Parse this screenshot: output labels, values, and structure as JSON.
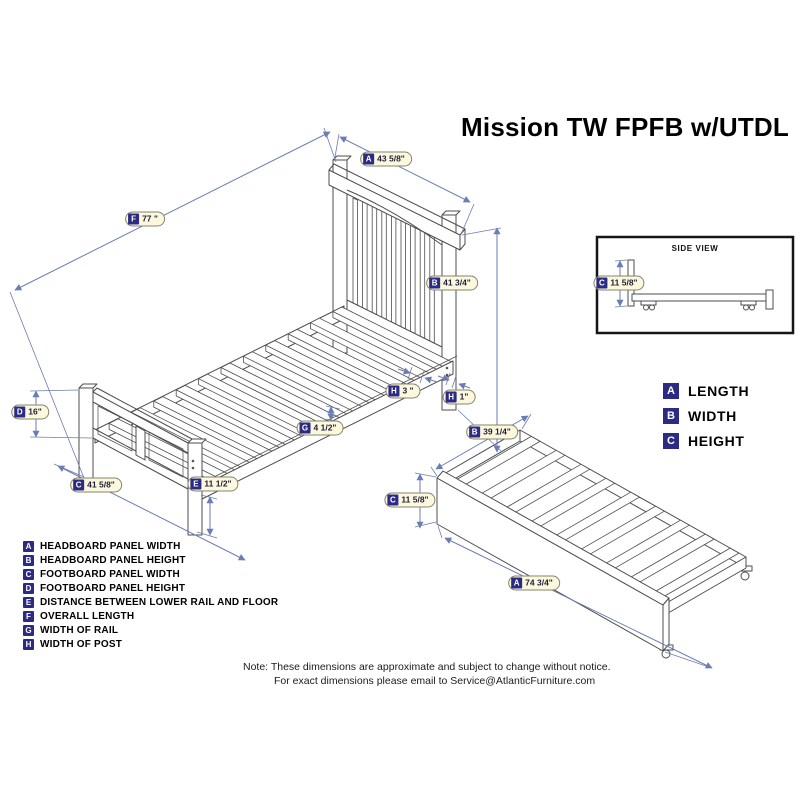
{
  "title": "Mission TW FPFB w/UTDL",
  "side_view": {
    "title": "SIDE VIEW",
    "dim": {
      "letter": "C",
      "value": "11 5/8\""
    }
  },
  "size_legend": [
    {
      "letter": "A",
      "label": "LENGTH"
    },
    {
      "letter": "B",
      "label": "WIDTH"
    },
    {
      "letter": "C",
      "label": "HEIGHT"
    }
  ],
  "dims": {
    "bed": [
      {
        "letter": "A",
        "value": "43 5/8\""
      },
      {
        "letter": "F",
        "value": "77 \""
      },
      {
        "letter": "B",
        "value": "41 3/4\""
      },
      {
        "letter": "H",
        "value": "3 \""
      },
      {
        "letter": "H",
        "value": "1\""
      },
      {
        "letter": "G",
        "value": "4 1/2\""
      },
      {
        "letter": "D",
        "value": "16\""
      },
      {
        "letter": "C",
        "value": "41 5/8\""
      },
      {
        "letter": "E",
        "value": "11 1/2\""
      }
    ],
    "trundle": [
      {
        "letter": "B",
        "value": "39 1/4\""
      },
      {
        "letter": "C",
        "value": "11 5/8\""
      },
      {
        "letter": "A",
        "value": "74 3/4\""
      }
    ]
  },
  "dim_legend": [
    {
      "letter": "A",
      "label": "HEADBOARD PANEL WIDTH"
    },
    {
      "letter": "B",
      "label": "HEADBOARD PANEL HEIGHT"
    },
    {
      "letter": "C",
      "label": "FOOTBOARD PANEL WIDTH"
    },
    {
      "letter": "D",
      "label": "FOOTBOARD PANEL HEIGHT"
    },
    {
      "letter": "E",
      "label": "DISTANCE BETWEEN LOWER RAIL AND FLOOR"
    },
    {
      "letter": "F",
      "label": "OVERALL LENGTH"
    },
    {
      "letter": "G",
      "label": "WIDTH OF RAIL"
    },
    {
      "letter": "H",
      "label": "WIDTH OF POST"
    }
  ],
  "note": {
    "line1": "Note:  These dimensions are approximate and subject to change without notice.",
    "line2": "For exact dimensions please email to Service@AtlanticFurniture.com"
  },
  "colors": {
    "badge_navy": "#2B2B85",
    "pill_bg": "#FCF8DE",
    "pill_border": "#84846A",
    "dim_line": "#6B7DB3",
    "drawing_line": "#4D4D4D"
  }
}
